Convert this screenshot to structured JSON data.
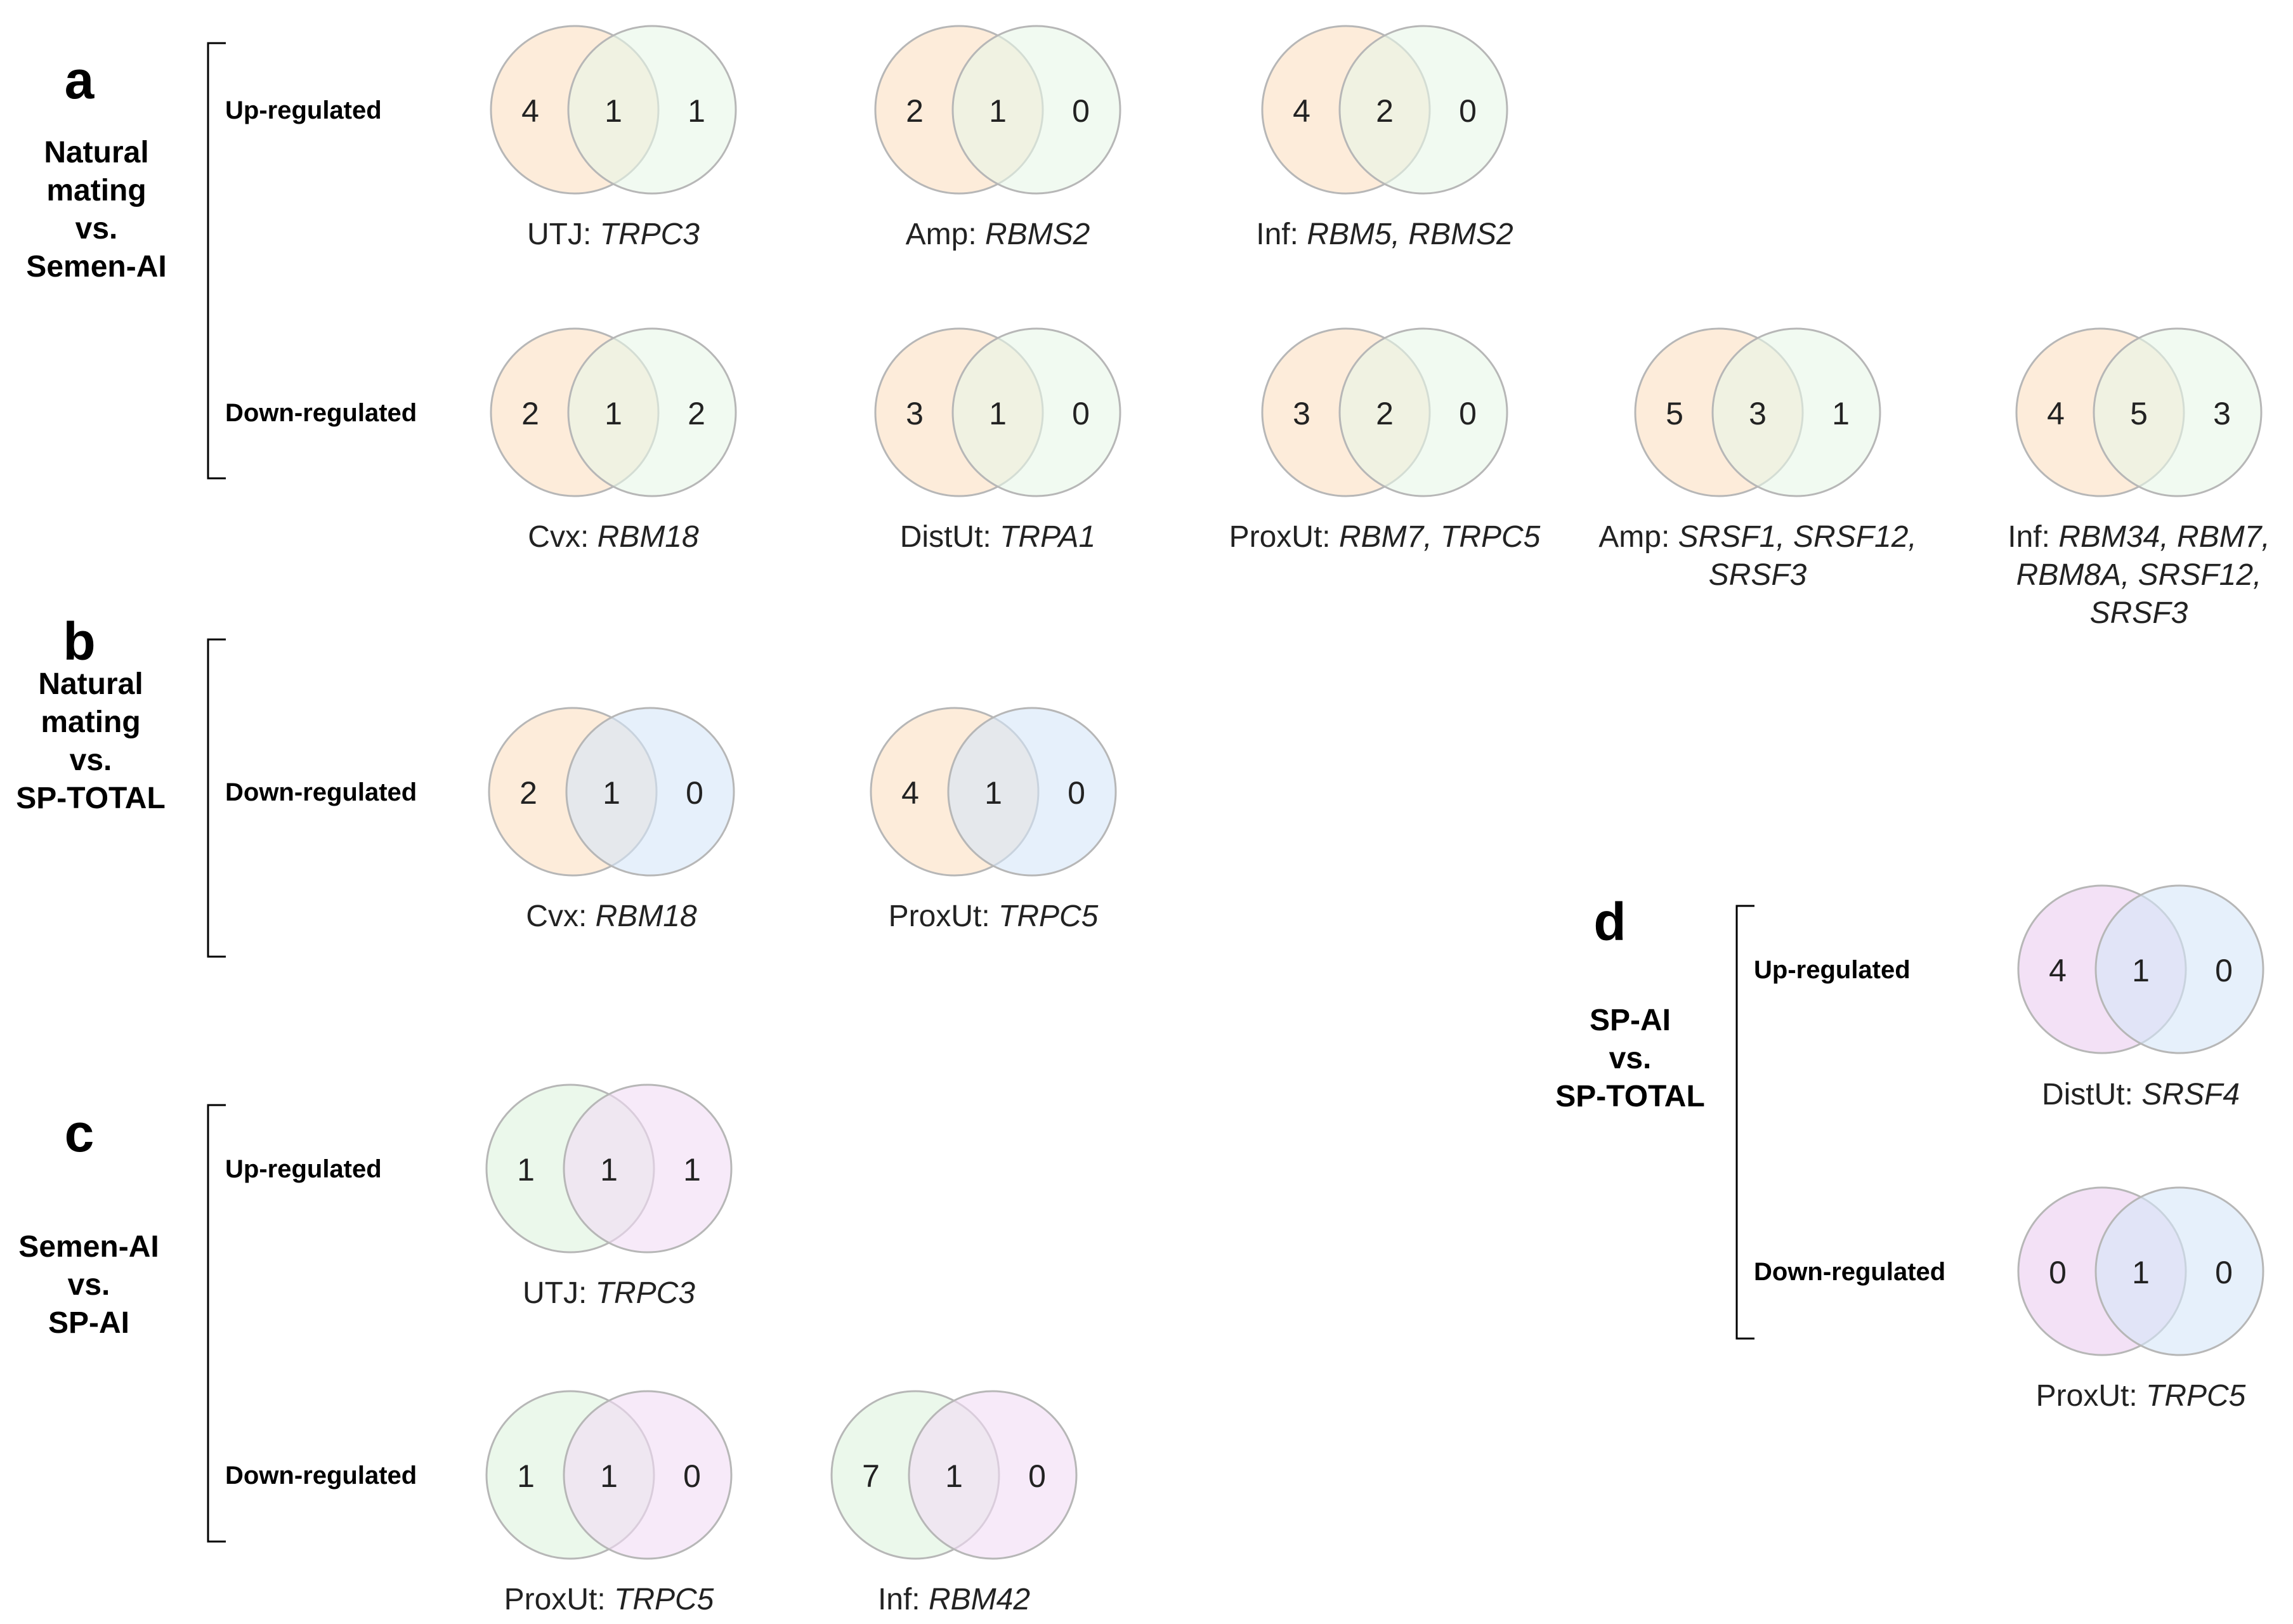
{
  "colors": {
    "natural_mating": "#fde9d3",
    "semen_ai": "#e7f7e8",
    "sp_total": "#d6e6f8",
    "sp_ai": "#f1dcf5",
    "outline": "#b7b7b7"
  },
  "panels": [
    {
      "letter": "a",
      "comparison_lines": [
        "Natural",
        "mating",
        "vs.",
        "Semen-AI"
      ],
      "left_set": "natural_mating",
      "right_set": "semen_ai",
      "rows": [
        {
          "label": "Up-regulated",
          "diagrams": [
            {
              "left": "4",
              "both": "1",
              "right": "1",
              "caption_lines": [
                {
                  "tissue": "UTJ: ",
                  "genes": "TRPC3"
                }
              ]
            },
            {
              "left": "2",
              "both": "1",
              "right": "0",
              "caption_lines": [
                {
                  "tissue": "Amp: ",
                  "genes": "RBMS2"
                }
              ]
            },
            {
              "left": "4",
              "both": "2",
              "right": "0",
              "caption_lines": [
                {
                  "tissue": "Inf: ",
                  "genes": "RBM5, RBMS2"
                }
              ]
            }
          ]
        },
        {
          "label": "Down-regulated",
          "diagrams": [
            {
              "left": "2",
              "both": "1",
              "right": "2",
              "caption_lines": [
                {
                  "tissue": "Cvx: ",
                  "genes": "RBM18"
                }
              ]
            },
            {
              "left": "3",
              "both": "1",
              "right": "0",
              "caption_lines": [
                {
                  "tissue": "DistUt: ",
                  "genes": "TRPA1"
                }
              ]
            },
            {
              "left": "3",
              "both": "2",
              "right": "0",
              "caption_lines": [
                {
                  "tissue": "ProxUt: ",
                  "genes": "RBM7, TRPC5"
                }
              ]
            },
            {
              "left": "5",
              "both": "3",
              "right": "1",
              "caption_lines": [
                {
                  "tissue": "Amp: ",
                  "genes": "SRSF1, SRSF12,"
                },
                {
                  "tissue": "",
                  "genes": "SRSF3"
                }
              ]
            },
            {
              "left": "4",
              "both": "5",
              "right": "3",
              "caption_lines": [
                {
                  "tissue": "Inf: ",
                  "genes": "RBM34, RBM7,"
                },
                {
                  "tissue": "",
                  "genes": "RBM8A, SRSF12,"
                },
                {
                  "tissue": "",
                  "genes": "SRSF3"
                }
              ]
            }
          ]
        }
      ]
    },
    {
      "letter": "b",
      "comparison_lines": [
        "Natural",
        "mating",
        "vs.",
        "SP-TOTAL"
      ],
      "left_set": "natural_mating",
      "right_set": "sp_total",
      "rows": [
        {
          "label": "Down-regulated",
          "diagrams": [
            {
              "left": "2",
              "both": "1",
              "right": "0",
              "caption_lines": [
                {
                  "tissue": "Cvx: ",
                  "genes": "RBM18"
                }
              ]
            },
            {
              "left": "4",
              "both": "1",
              "right": "0",
              "caption_lines": [
                {
                  "tissue": "ProxUt: ",
                  "genes": "TRPC5"
                }
              ]
            }
          ]
        }
      ]
    },
    {
      "letter": "c",
      "comparison_lines": [
        "Semen-AI",
        "vs.",
        "SP-AI"
      ],
      "left_set": "semen_ai",
      "right_set": "sp_ai",
      "rows": [
        {
          "label": "Up-regulated",
          "diagrams": [
            {
              "left": "1",
              "both": "1",
              "right": "1",
              "caption_lines": [
                {
                  "tissue": "UTJ: ",
                  "genes": "TRPC3"
                }
              ]
            }
          ]
        },
        {
          "label": "Down-regulated",
          "diagrams": [
            {
              "left": "1",
              "both": "1",
              "right": "0",
              "caption_lines": [
                {
                  "tissue": "ProxUt: ",
                  "genes": "TRPC5"
                }
              ]
            },
            {
              "left": "7",
              "both": "1",
              "right": "0",
              "caption_lines": [
                {
                  "tissue": "Inf: ",
                  "genes": "RBM42"
                }
              ]
            }
          ]
        }
      ]
    },
    {
      "letter": "d",
      "comparison_lines": [
        "SP-AI",
        "vs.",
        "SP-TOTAL"
      ],
      "left_set": "sp_ai",
      "right_set": "sp_total",
      "rows": [
        {
          "label": "Up-regulated",
          "diagrams": [
            {
              "left": "4",
              "both": "1",
              "right": "0",
              "caption_lines": [
                {
                  "tissue": "DistUt: ",
                  "genes": "SRSF4"
                }
              ]
            }
          ]
        },
        {
          "label": "Down-regulated",
          "diagrams": [
            {
              "left": "0",
              "both": "1",
              "right": "0",
              "caption_lines": [
                {
                  "tissue": "ProxUt: ",
                  "genes": "TRPC5"
                }
              ]
            }
          ]
        }
      ]
    }
  ]
}
